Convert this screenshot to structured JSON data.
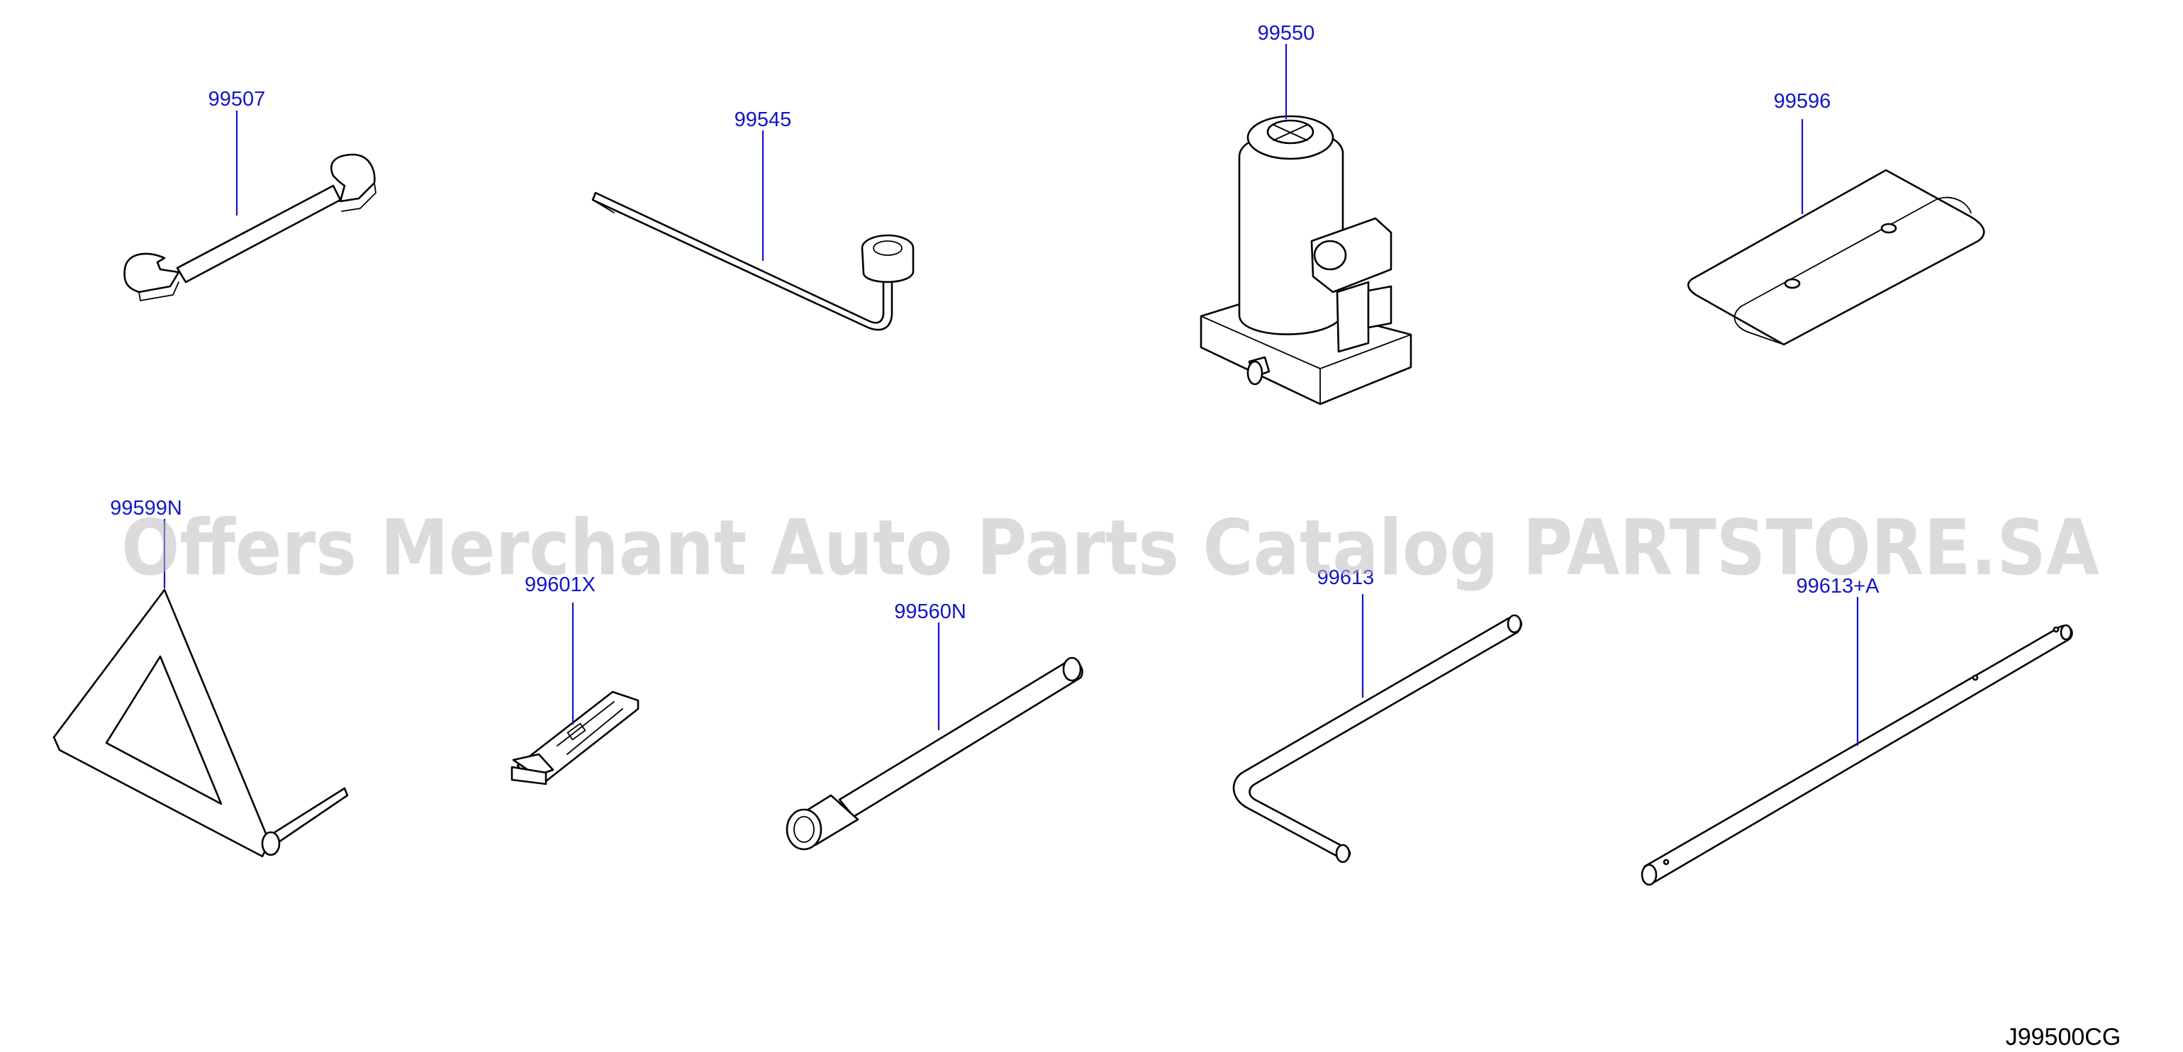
{
  "parts": [
    {
      "id": "wrench",
      "number": "99507",
      "icon": "open-end-wrench-icon"
    },
    {
      "id": "wheel-brace",
      "number": "99545",
      "icon": "wheel-nut-wrench-icon"
    },
    {
      "id": "jack",
      "number": "99550",
      "icon": "bottle-jack-icon"
    },
    {
      "id": "tool-bag",
      "number": "99596",
      "icon": "tool-bag-icon"
    },
    {
      "id": "warning-triangle",
      "number": "99599N",
      "icon": "warning-triangle-icon"
    },
    {
      "id": "hook",
      "number": "99601X",
      "icon": "towing-hook-icon"
    },
    {
      "id": "socket-bar",
      "number": "99560N",
      "icon": "socket-bar-icon"
    },
    {
      "id": "l-handle",
      "number": "99613",
      "icon": "l-handle-bar-icon"
    },
    {
      "id": "extension-rod",
      "number": "99613+A",
      "icon": "extension-rod-icon"
    }
  ],
  "watermark": "Offers Merchant Auto Parts Catalog PARTSTORE.SA",
  "diagram_code": "J99500CG",
  "colors": {
    "label": "#1414c8",
    "line_art": "#000000",
    "watermark": "#bdbdbd",
    "background": "#ffffff"
  }
}
